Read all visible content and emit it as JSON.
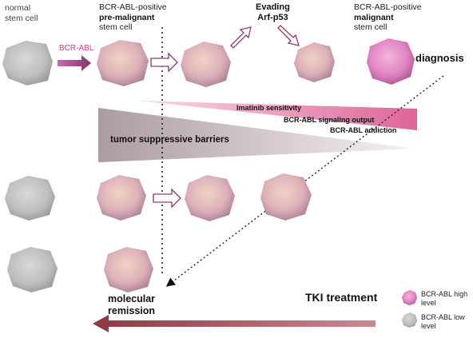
{
  "labels": {
    "normal_line1": "normal",
    "normal_line2": "stem cell",
    "premalig_line1": "BCR-ABL-positive",
    "premalig_line2": "pre-malignant",
    "premalig_line3": "stem cell",
    "evading_line1": "Evading",
    "evading_line2": "Arf-p53",
    "malig_line1": "BCR-ABL-positive",
    "malig_line2": "malignant",
    "malig_line3": "stem cell",
    "bcr_abl_arrow": "BCR-ABL",
    "diagnosis": "diagnosis",
    "imatinib": "Imatinib sensitivity",
    "signaling": "BCR-ABL signaling output",
    "addiction": "BCR-ABL addiction",
    "tumor_barriers": "tumor suppressive barriers",
    "tki_treatment": "TKI treatment",
    "molecular_line1": "molecular",
    "molecular_line2": "remission"
  },
  "legend": {
    "high_line1": "BCR-ABL high",
    "high_line2": "level",
    "low_line1": "BCR-ABL low",
    "low_line2": "level"
  },
  "colors": {
    "normal_cell": "#c4c4c4",
    "premalignant_cell": "#e3b7bd",
    "malignant_cell": "#e98ac8",
    "pink_wedge": "#e070a0",
    "gray_wedge": "#b5a2a2",
    "tki_arrow": "#a04a55",
    "outline_arrow": "#8a3a7a"
  }
}
